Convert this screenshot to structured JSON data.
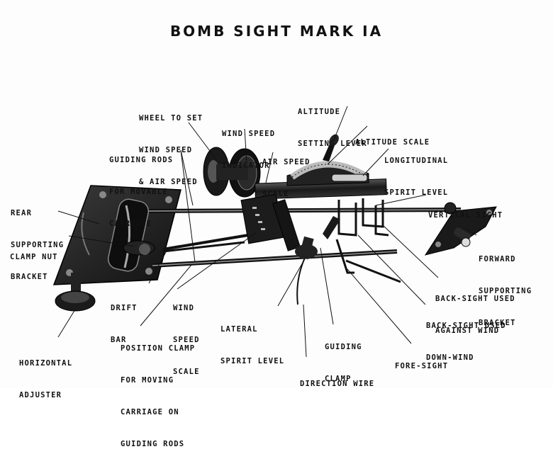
{
  "title": "BOMB SIGHT MARK IA",
  "labels": {
    "wheel": [
      "WHEEL TO SET",
      "WIND SPEED",
      "& AIR SPEED"
    ],
    "altitude_lever": [
      "ALTITUDE",
      "SETTING LEVER"
    ],
    "wind_indicator": [
      "WIND SPEED",
      "INDICATOR"
    ],
    "altitude_scale": [
      "ALTITUDE SCALE"
    ],
    "guiding_rods": [
      "GUIDING RODS",
      "FOR MOVABLE",
      "CARRIAGE"
    ],
    "air_speed_scale": [
      "AIR SPEED",
      "SCALE"
    ],
    "longitudinal": [
      "LONGITUDINAL",
      "SPIRIT LEVEL"
    ],
    "rear_bracket": [
      "REAR",
      "SUPPORTING",
      "BRACKET"
    ],
    "vertical_sight": [
      "VERTICAL SIGHT"
    ],
    "clamp_nut": [
      "CLAMP NUT"
    ],
    "forward_bracket": [
      "FORWARD",
      "SUPPORTING",
      "BRACKET"
    ],
    "back_sight_against": [
      "BACK-SIGHT USED",
      "AGAINST WIND"
    ],
    "drift_bar": [
      "DRIFT",
      "BAR"
    ],
    "wind_speed_scale": [
      "WIND",
      "SPEED",
      "SCALE"
    ],
    "lateral": [
      "LATERAL",
      "SPIRIT LEVEL"
    ],
    "back_sight_down": [
      "BACK-SIGHT USED",
      "DOWN-WIND"
    ],
    "position_clamp": [
      "POSITION CLAMP",
      "FOR MOVING",
      "CARRIAGE ON",
      "GUIDING RODS"
    ],
    "guiding_clamp": [
      "GUIDING",
      "CLAMP"
    ],
    "fore_sight": [
      "FORE-SIGHT"
    ],
    "horizontal_adjuster": [
      "HORIZONTAL",
      "ADJUSTER"
    ],
    "direction_wire": [
      "DIRECTION WIRE"
    ]
  }
}
